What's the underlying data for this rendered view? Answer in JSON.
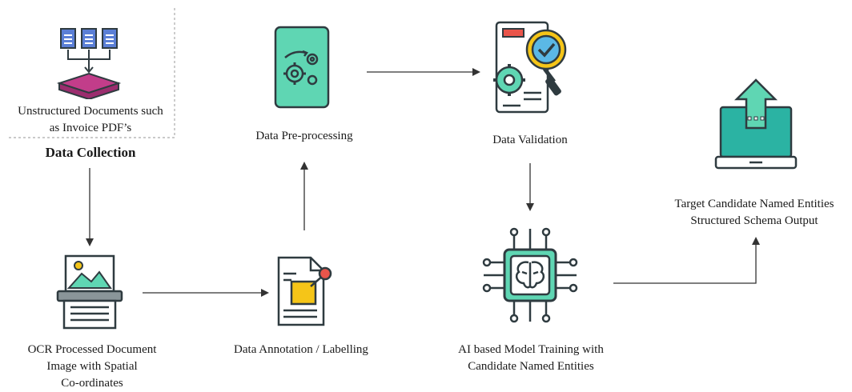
{
  "nodes": {
    "collection": {
      "caption_lines": [
        "Unstructured Documents such",
        "as Invoice PDF’s"
      ],
      "title": "Data Collection",
      "icon": "documents-inbox-icon"
    },
    "ocr": {
      "caption_lines": [
        "OCR Processed Document",
        "Image with Spatial",
        "Co-ordinates"
      ],
      "icon": "scanner-image-icon"
    },
    "annotation": {
      "caption_lines": [
        "Data Annotation / Labelling"
      ],
      "icon": "annotated-document-icon"
    },
    "preprocessing": {
      "caption_lines": [
        "Data Pre-processing"
      ],
      "icon": "gear-document-icon"
    },
    "validation": {
      "caption_lines": [
        "Data Validation"
      ],
      "icon": "magnifier-check-icon"
    },
    "training": {
      "caption_lines": [
        "AI based Model Training with",
        "Candidate Named Entities"
      ],
      "icon": "ai-chip-brain-icon"
    },
    "output": {
      "caption_lines": [
        "Target Candidate Named Entities",
        "Structured Schema Output"
      ],
      "icon": "laptop-upload-icon"
    }
  },
  "colors": {
    "teal": "#2bb3a3",
    "mint": "#5fd6b3",
    "dark": "#2f3b40",
    "yellow": "#f5c518",
    "red": "#e9554b",
    "purple": "#c23d8a",
    "blue": "#5b7fd6"
  }
}
